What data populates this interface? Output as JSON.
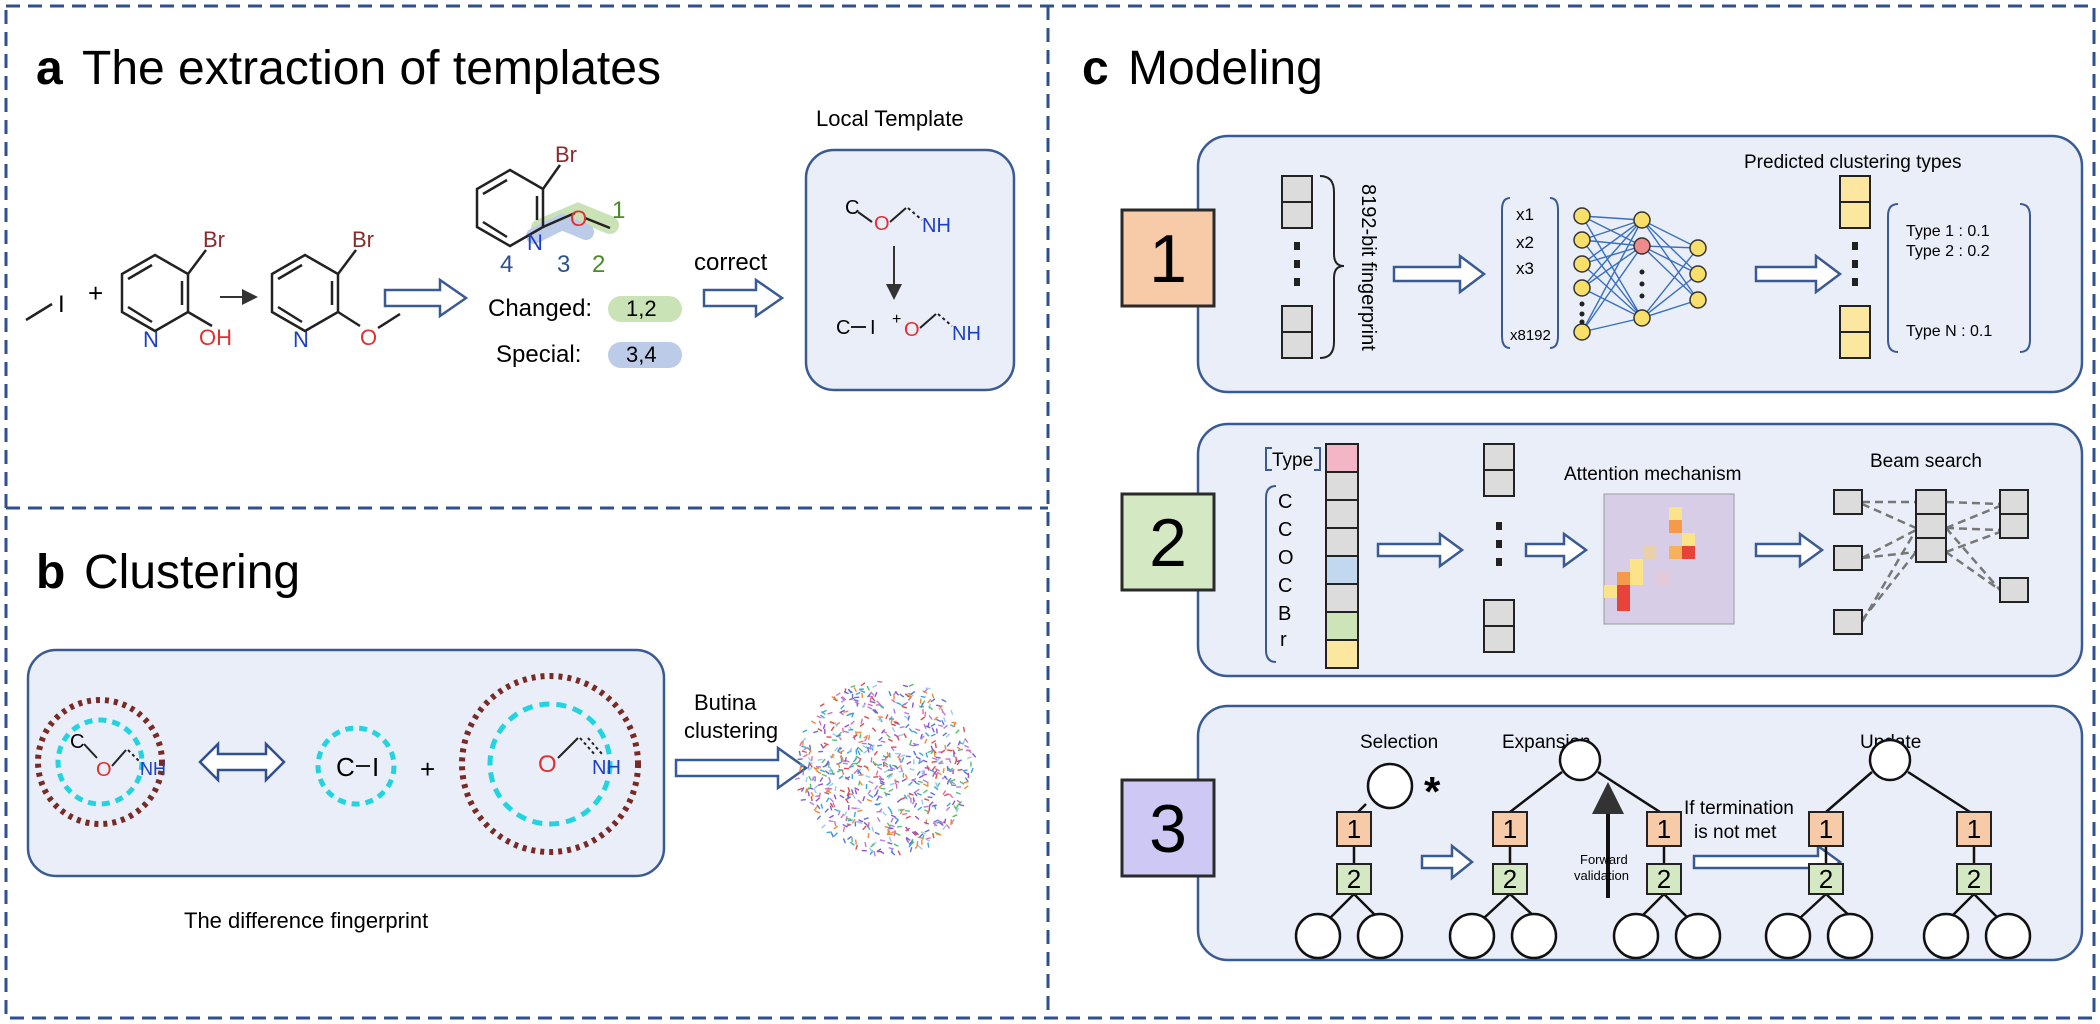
{
  "panels": {
    "a": {
      "letter": "a",
      "title": "The extraction of templates",
      "local_template_title": "Local Template",
      "changed_label": "Changed:",
      "changed_value": "1,2",
      "special_label": "Special:",
      "special_value": "3,4",
      "correct_label": "correct",
      "atoms": {
        "I": "I",
        "Br": "Br",
        "N": "N",
        "OH": "OH",
        "O": "O",
        "C": "C",
        "NH": "NH",
        "plus": "+",
        "ion_plus": "+",
        "num1": "1",
        "num2": "2",
        "num3": "3",
        "num4": "4"
      }
    },
    "b": {
      "letter": "b",
      "title": "Clustering",
      "caption": "The difference fingerprint",
      "arrow_label_1": "Butina",
      "arrow_label_2": "clustering",
      "atoms": {
        "C": "C",
        "O": "O",
        "NH": "NH",
        "I": "I",
        "plus": "+"
      }
    },
    "c": {
      "letter": "c",
      "title": "Modeling",
      "step1": {
        "number": "1",
        "fingerprint_label": "8192-bit fingerprint",
        "inputs": [
          "x1",
          "x2",
          "x3",
          "x8192"
        ],
        "output_title": "Predicted clustering types",
        "types": [
          "Type 1 :  0.1",
          "Type 2 :  0.2",
          "Type N : 0.1"
        ]
      },
      "step2": {
        "number": "2",
        "type_label": "Type",
        "tokens": [
          "C",
          "C",
          "O",
          "C",
          "B",
          "r"
        ],
        "attention_label": "Attention mechanism",
        "beam_label": "Beam search"
      },
      "step3": {
        "number": "3",
        "selection_label": "Selection",
        "expansion_label": "Expansion",
        "update_label": "Update",
        "forward_label_1": "Forward",
        "forward_label_2": "validation",
        "termination_label_1": "If termination",
        "termination_label_2": "is not met",
        "star": "*",
        "node1": "1",
        "node2": "2"
      }
    }
  },
  "colors": {
    "border_blue": "#2f4f8f",
    "box_fill": "#e9eef8",
    "box_stroke": "#3a5a94",
    "changed_green": "#c9e3b7",
    "special_blue": "#bccbe8",
    "step1_orange": "#f8cba8",
    "step2_green": "#d4e8c4",
    "step3_purple": "#cdc8f4",
    "yellow_cell": "#fbe7a0",
    "pink_cell": "#f4b6c6",
    "light_blue_cell": "#c2d8ee",
    "green_cell": "#cde4b8",
    "red_atom": "#e03030",
    "blue_atom": "#1c3fc4",
    "brown_atom": "#8b2a2a",
    "cyan_ring": "#22d3e0",
    "brown_ring": "#7a2a24"
  },
  "icons": [
    "right-arrow-icon",
    "double-arrow-icon",
    "down-arrow-icon",
    "star-icon"
  ]
}
